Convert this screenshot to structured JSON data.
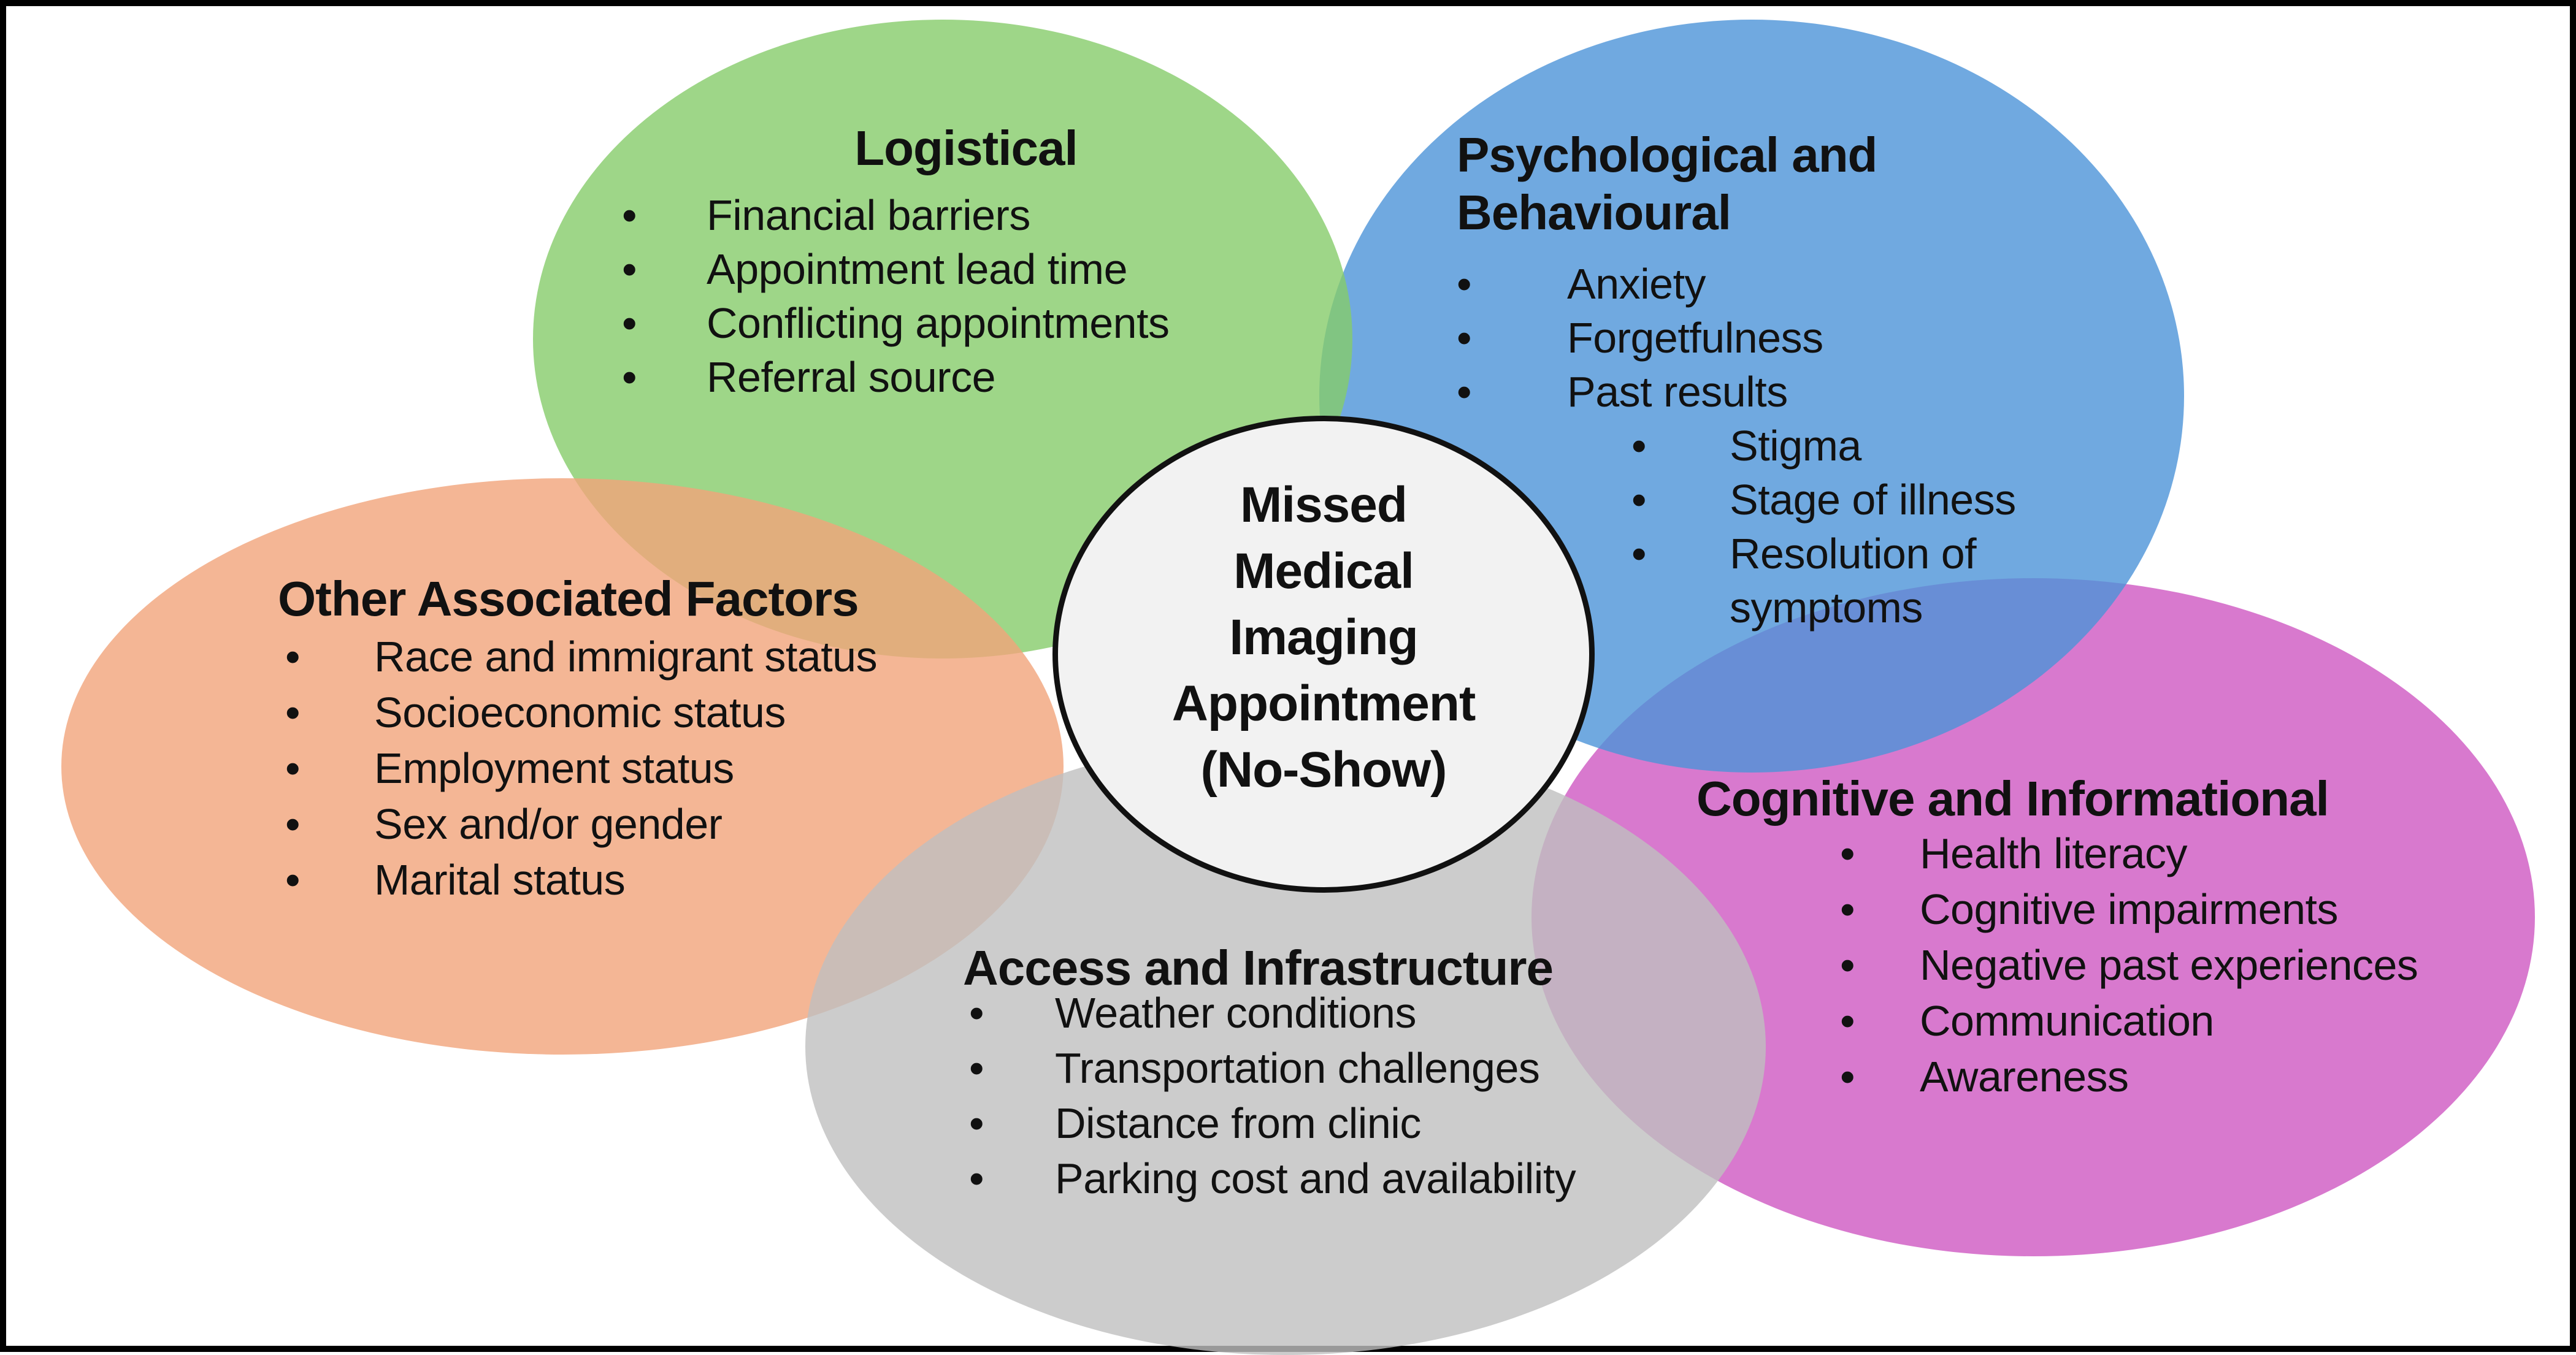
{
  "diagram": {
    "bullet_char": "•",
    "center": {
      "lines": [
        "Missed",
        "Medical",
        "Imaging",
        "Appointment",
        "(No-Show)"
      ]
    },
    "groups": {
      "logistical": {
        "title": "Logistical",
        "items": [
          "Financial barriers",
          "Appointment lead time",
          "Conflicting appointments",
          "Referral source"
        ]
      },
      "psychological": {
        "title": "Psychological and Behavioural",
        "items": [
          "Anxiety",
          "Forgetfulness",
          "Past results"
        ],
        "sub_items": [
          "Stigma",
          "Stage of illness",
          "Resolution of symptoms"
        ]
      },
      "other": {
        "title": "Other Associated Factors",
        "items": [
          "Race and immigrant status",
          "Socioeconomic status",
          "Employment status",
          "Sex and/or gender",
          "Marital status"
        ]
      },
      "access": {
        "title": "Access and Infrastructure",
        "items": [
          "Weather conditions",
          "Transportation challenges",
          "Distance from clinic",
          "Parking cost and availability"
        ]
      },
      "cognitive": {
        "title": "Cognitive and Informational",
        "items": [
          "Health literacy",
          "Cognitive impairments",
          "Negative past experiences",
          "Communication",
          "Awareness"
        ]
      }
    },
    "ellipses": {
      "pink": {
        "fill": "rgba(206,88,194,0.8)",
        "solid_hex": "#D879CE"
      },
      "blue": {
        "fill": "rgba(76,148,216,0.8)",
        "solid_hex": "#70A9E0"
      },
      "green": {
        "fill": "rgba(134,204,106,0.8)",
        "solid_hex": "#9ED688"
      },
      "orange": {
        "fill": "rgba(241,164,122,0.8)",
        "solid_hex": "#F4B695"
      },
      "gray": {
        "fill": "rgba(191,191,191,0.8)",
        "solid_hex": "#CCCCCC"
      },
      "center": {
        "fill": "#F2F2F2",
        "stroke": "#111111"
      }
    }
  }
}
